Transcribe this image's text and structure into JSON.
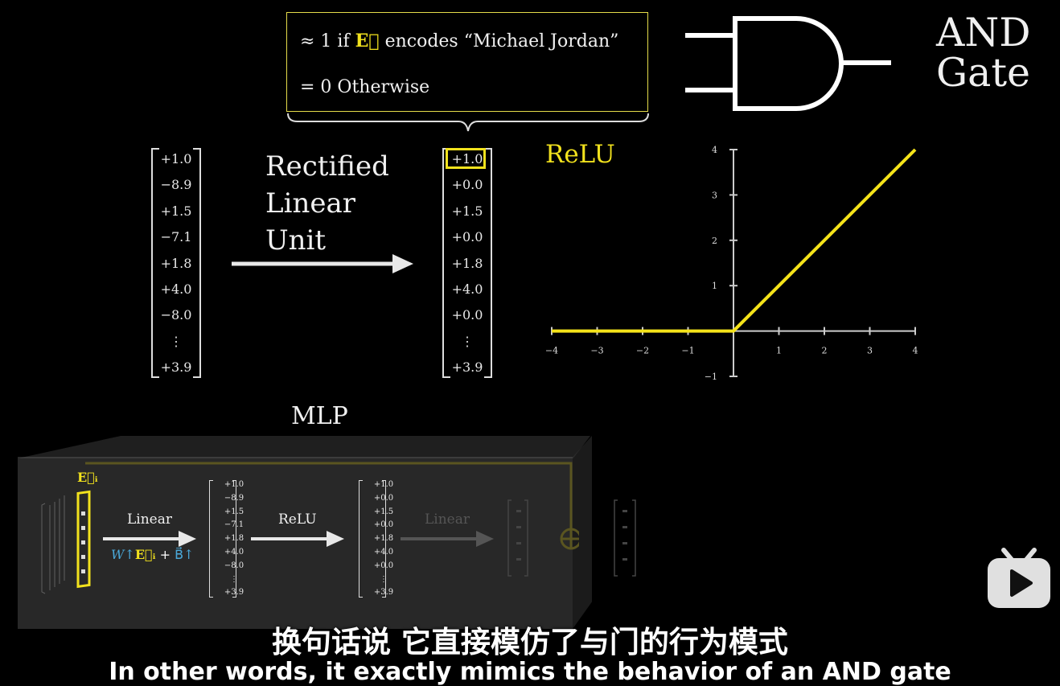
{
  "callout": {
    "line1_prefix": "≈ 1 if ",
    "line1_vec": "E⃗",
    "line1_suffix": " encodes “Michael Jordan”",
    "line2": "= 0 Otherwise"
  },
  "and_gate": {
    "label_line1": "AND",
    "label_line2": "Gate"
  },
  "input_vector": [
    "+1.0",
    "−8.9",
    "+1.5",
    "−7.1",
    "+1.8",
    "+4.0",
    "−8.0",
    "⋮",
    "+3.9"
  ],
  "output_vector": [
    "+1.0",
    "+0.0",
    "+1.5",
    "+0.0",
    "+1.8",
    "+4.0",
    "+0.0",
    "⋮",
    "+3.9"
  ],
  "relu_description": {
    "line1": "Rectified",
    "line2": "Linear",
    "line3": "Unit"
  },
  "relu_plot_title": "ReLU",
  "chart_data": {
    "type": "line",
    "title": "",
    "xlabel": "",
    "ylabel": "",
    "xlim": [
      -4,
      4
    ],
    "ylim": [
      -1,
      4
    ],
    "x_ticks": [
      "−4",
      "−3",
      "−2",
      "−1",
      "1",
      "2",
      "3",
      "4"
    ],
    "y_ticks": [
      "−1",
      "1",
      "2",
      "3",
      "4"
    ],
    "series": [
      {
        "x": [
          -4,
          0,
          4
        ],
        "y": [
          0,
          0,
          4
        ]
      }
    ],
    "grid": false,
    "line_color": "#f5e31a"
  },
  "mlp": {
    "title": "MLP",
    "embed_label": "E⃗ᵢ",
    "linear_label": "Linear",
    "formula_w": "W↑",
    "formula_e": "E⃗ᵢ",
    "formula_plus": " + ",
    "formula_b": "B⃗↑",
    "relu_label": "ReLU",
    "faded_linear_label": "Linear"
  },
  "subtitle": {
    "chinese": "换句话说  它直接模仿了与门的行为模式",
    "english": "In other words, it exactly mimics the behavior of an AND gate"
  },
  "colors": {
    "accent_yellow": "#f2e21d",
    "blue": "#4aa8d8",
    "background": "#000000"
  },
  "icons": {
    "watermark": "bilibili-tv-icon"
  }
}
